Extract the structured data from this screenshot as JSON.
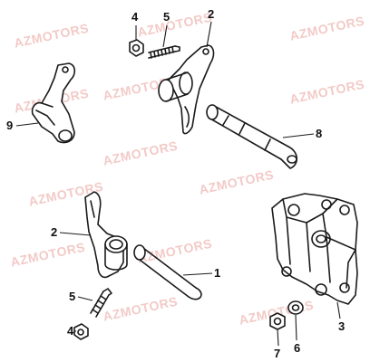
{
  "colors": {
    "background": "#ffffff",
    "line": "#1a1a1a",
    "watermark": "#e8a09a"
  },
  "watermark_text": "AZMOTORS",
  "callouts": [
    {
      "id": "c4a",
      "label": "4"
    },
    {
      "id": "c5a",
      "label": "5"
    },
    {
      "id": "c2a",
      "label": "2"
    },
    {
      "id": "c9",
      "label": "9"
    },
    {
      "id": "c8",
      "label": "8"
    },
    {
      "id": "c2b",
      "label": "2"
    },
    {
      "id": "c1",
      "label": "1"
    },
    {
      "id": "c5b",
      "label": "5"
    },
    {
      "id": "c4b",
      "label": "4"
    },
    {
      "id": "c7",
      "label": "7"
    },
    {
      "id": "c6",
      "label": "6"
    },
    {
      "id": "c3",
      "label": "3"
    }
  ]
}
